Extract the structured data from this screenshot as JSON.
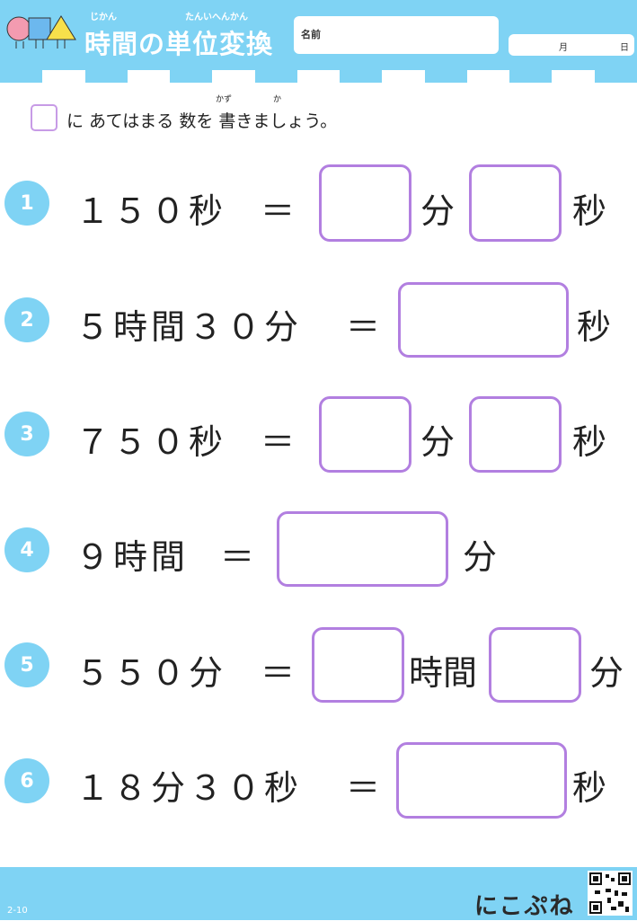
{
  "header": {
    "title_ruby": [
      "じかん",
      "たんいへんかん"
    ],
    "title": "時間の単位変換",
    "name_label": "名前",
    "month_label": "月",
    "day_label": "日"
  },
  "instruction": {
    "text_parts": [
      "に あてはまる ",
      "数",
      "を ",
      "書",
      "きましょう。"
    ],
    "ruby_kazu": "かず",
    "ruby_ka": "か"
  },
  "problems": [
    {
      "num": "1",
      "expr": "１５０秒",
      "eq": "＝",
      "units": [
        "分",
        "秒"
      ]
    },
    {
      "num": "2",
      "expr": "５時間３０分",
      "eq": "＝",
      "units": [
        "秒"
      ]
    },
    {
      "num": "3",
      "expr": "７５０秒",
      "eq": "＝",
      "units": [
        "分",
        "秒"
      ]
    },
    {
      "num": "4",
      "expr": "９時間",
      "eq": "＝",
      "units": [
        "分"
      ]
    },
    {
      "num": "5",
      "expr": "５５０分",
      "eq": "＝",
      "units": [
        "時間",
        "分"
      ]
    },
    {
      "num": "6",
      "expr": "１８分３０秒",
      "eq": "＝",
      "units": [
        "秒"
      ]
    }
  ],
  "footer": {
    "code": "2-10",
    "brand": "にこぷね"
  },
  "colors": {
    "accent_blue": "#7fd3f4",
    "answer_box_purple": "#b27fe0"
  }
}
